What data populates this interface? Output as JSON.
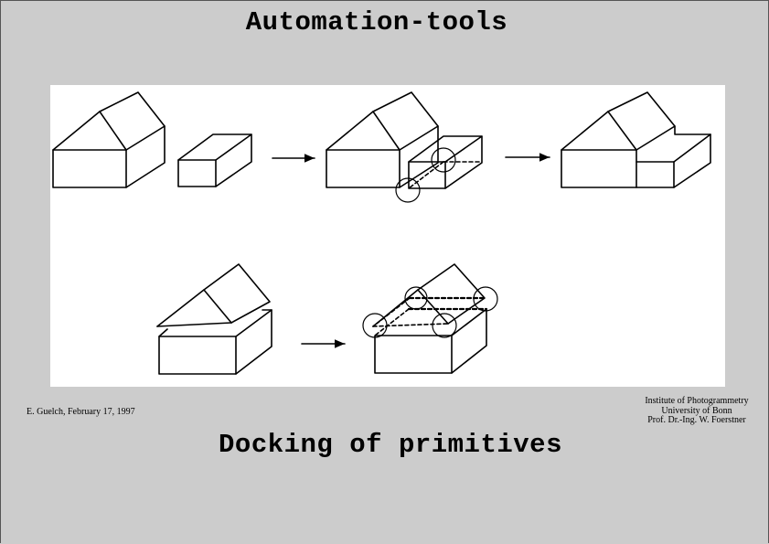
{
  "slide": {
    "title": "Automation-tools",
    "subtitle": "Docking of primitives",
    "author_line": "E. Guelch, February 17, 1997",
    "institute_lines": [
      "Institute of Photogrammetry",
      "University of Bonn",
      "Prof. Dr.-Ing. W. Foerstner"
    ]
  },
  "diagram": {
    "rows": [
      {
        "name": "side-docking",
        "steps": [
          "house-and-box-separate",
          "box-docked-to-house-side",
          "merged-building"
        ]
      },
      {
        "name": "roof-docking",
        "steps": [
          "roof-above-box",
          "roof-docked-onto-box"
        ]
      }
    ]
  }
}
